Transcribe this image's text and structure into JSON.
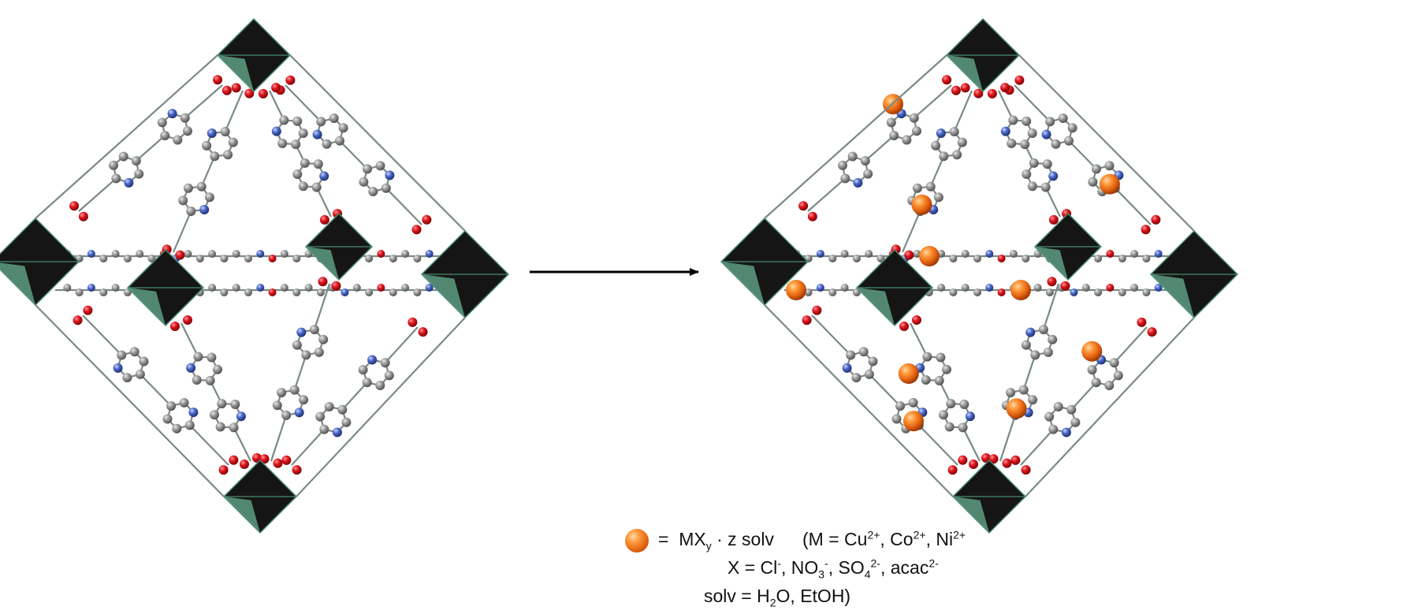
{
  "diagram": {
    "colors": {
      "octahedron": "#151515",
      "octahedron_edge": "#4a8a72",
      "octahedron_face_light": "#5d9c83",
      "carbon": "#8e8e8e",
      "oxygen": "#e0141c",
      "nitrogen": "#4a68c8",
      "metal_site": "#f07a20",
      "bond": "#7a8a86",
      "arrow": "#000000"
    },
    "structures": [
      {
        "name": "pristine-framework",
        "has_metal_sites": false
      },
      {
        "name": "metalated-framework",
        "has_metal_sites": true
      }
    ],
    "arrow": {
      "name": "reaction-arrow"
    }
  },
  "legend": {
    "equals": "=",
    "formula_main": "MX",
    "formula_sub": "y",
    "formula_rest": " · z solv",
    "m_line": {
      "prefix": "(M = Cu",
      "cu_charge": "2+",
      "co": ", Co",
      "co_charge": "2+",
      "ni": ", Ni",
      "ni_charge": "2+"
    },
    "x_line": {
      "prefix": "X = Cl",
      "cl_charge": "-",
      "no": ", NO",
      "no_sub": "3",
      "no_charge": "-",
      "so": ", SO",
      "so_sub": "4",
      "so_charge": "2-",
      "acac": ", acac",
      "acac_charge": "2-"
    },
    "solv_line": {
      "prefix": "solv = H",
      "h_sub": "2",
      "rest": "O, EtOH)"
    }
  }
}
